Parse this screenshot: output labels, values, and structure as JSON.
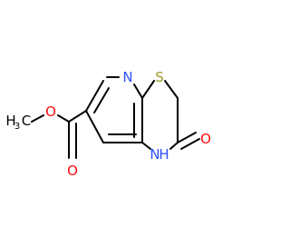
{
  "molecule": {
    "atoms": {
      "nitrogen_ring": {
        "text": "N",
        "color": "#3050f8"
      },
      "sulfur": {
        "text": "S",
        "color": "#9a9a2a"
      },
      "nh": {
        "text": "H",
        "h_text": "N",
        "color": "#3050f8"
      },
      "carbonyl_oxygen": {
        "text": "O",
        "color": "#ff0d0d"
      },
      "ester_carbonyl_oxygen": {
        "text": "O",
        "color": "#ff0d0d"
      },
      "ester_oxygen": {
        "text": "O",
        "color": "#ff0d0d"
      },
      "methyl": {
        "text": "H",
        "subscript": "3",
        "suffix": "C",
        "color": "#000000"
      }
    }
  }
}
